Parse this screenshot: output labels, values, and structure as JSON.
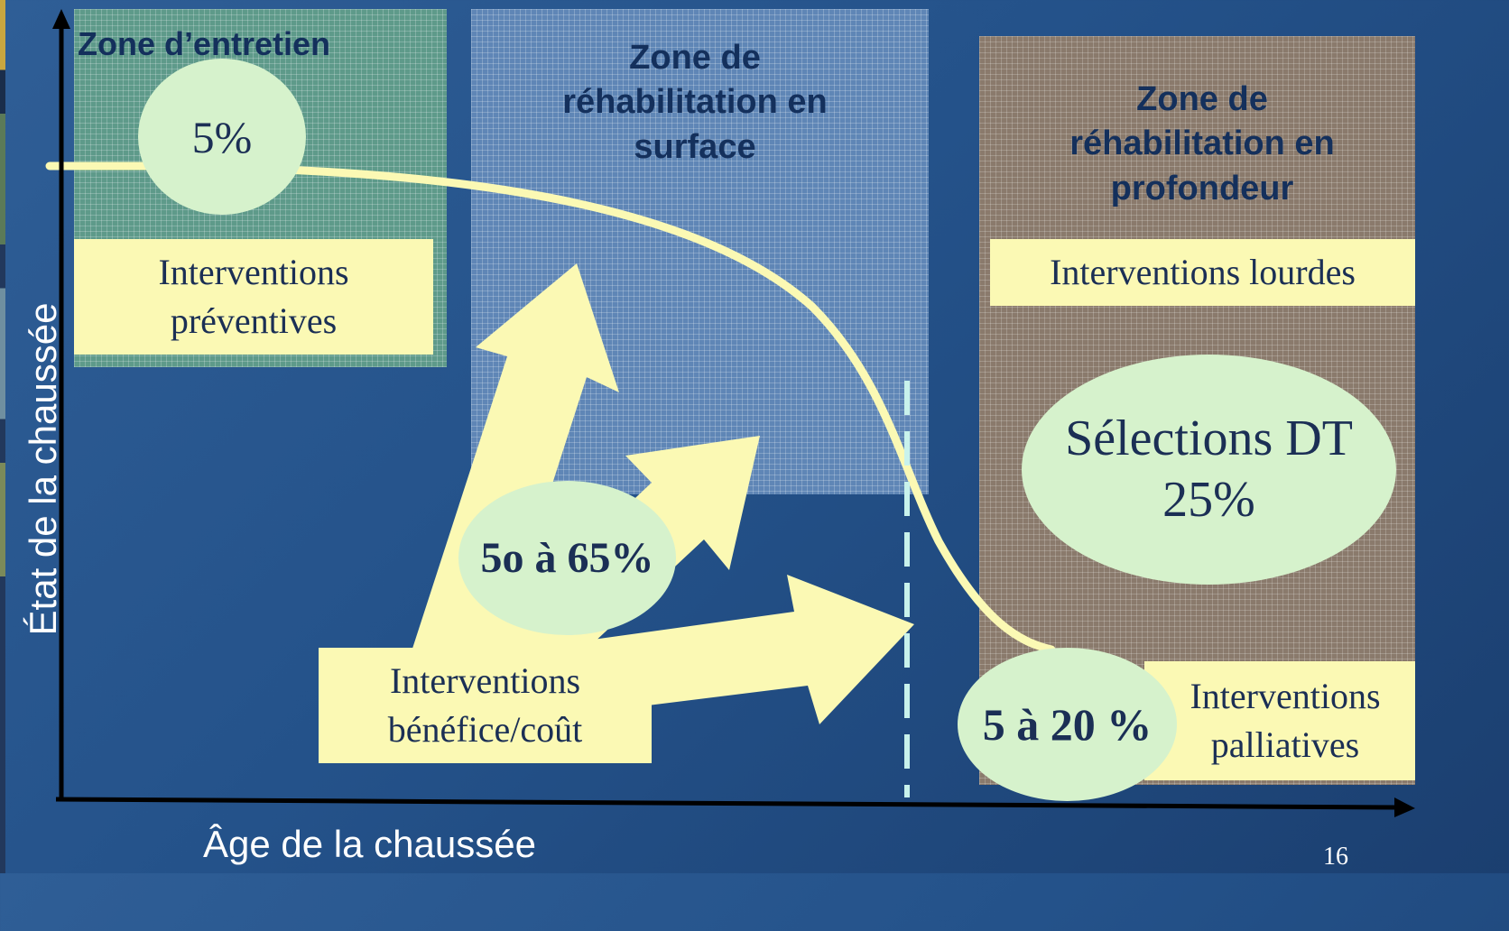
{
  "zones": {
    "maintenance": {
      "title": "Zone d’entretien"
    },
    "surface": {
      "title": "Zone de\nréhabilitation en\nsurface"
    },
    "depth": {
      "title": "Zone de\nréhabilitation en\nprofondeur"
    }
  },
  "boxes": {
    "preventive": "Interventions\npréventives",
    "heavy": "Interventions lourdes",
    "benefit_cost": "Interventions\nbénéfice/coût",
    "palliative": "Interventions\npalliatives"
  },
  "bubbles": {
    "maintenance_pct": "5%",
    "benefit_cost_pct": "5o à 65%",
    "long_term": "Sélections DT\n25%",
    "palliative_pct": "5 à 20 %"
  },
  "axes": {
    "x_label": "Âge de la chaussée",
    "y_label": "État de la chaussée"
  },
  "page_number": "16",
  "colors": {
    "background": "#24528a",
    "curve": "#fbf9b4",
    "box": "#fbf9b4",
    "bubble": "#d6f2cc",
    "title_text": "#14305c",
    "axis": "#000000"
  }
}
